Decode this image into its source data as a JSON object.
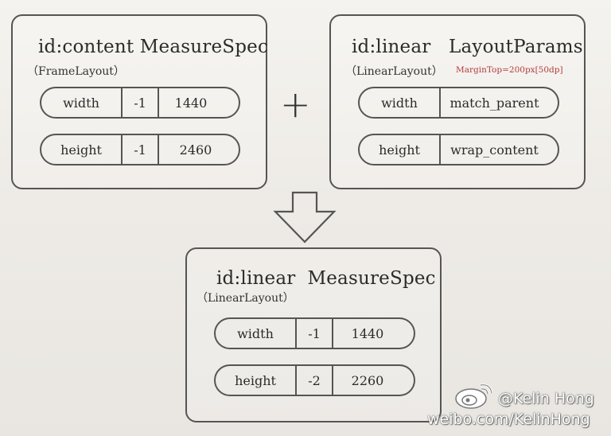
{
  "cards": {
    "content": {
      "title": "id:content MeasureSpec",
      "subtitle": "（FrameLayout）",
      "rows": [
        {
          "name": "width",
          "mode": "-1",
          "size": "1440"
        },
        {
          "name": "height",
          "mode": "-1",
          "size": "2460"
        }
      ]
    },
    "linear_params": {
      "title": "id:linear   LayoutParams",
      "subtitle": "（LinearLayout）",
      "note": "MarginTop=200px[50dp]",
      "rows": [
        {
          "name": "width",
          "value": "match_parent"
        },
        {
          "name": "height",
          "value": "wrap_content"
        }
      ]
    },
    "linear_spec": {
      "title": "id:linear  MeasureSpec",
      "subtitle": "（LinearLayout）",
      "rows": [
        {
          "name": "width",
          "mode": "-1",
          "size": "1440"
        },
        {
          "name": "height",
          "mode": "-2",
          "size": "2260"
        }
      ]
    }
  },
  "operators": {
    "plus": "+"
  },
  "watermark": {
    "user": "@Kelin Hong",
    "url": "weibo.com/KelinHong"
  },
  "colors": {
    "border": "#555555",
    "note": "#b23a3a",
    "background": "#efece7"
  }
}
